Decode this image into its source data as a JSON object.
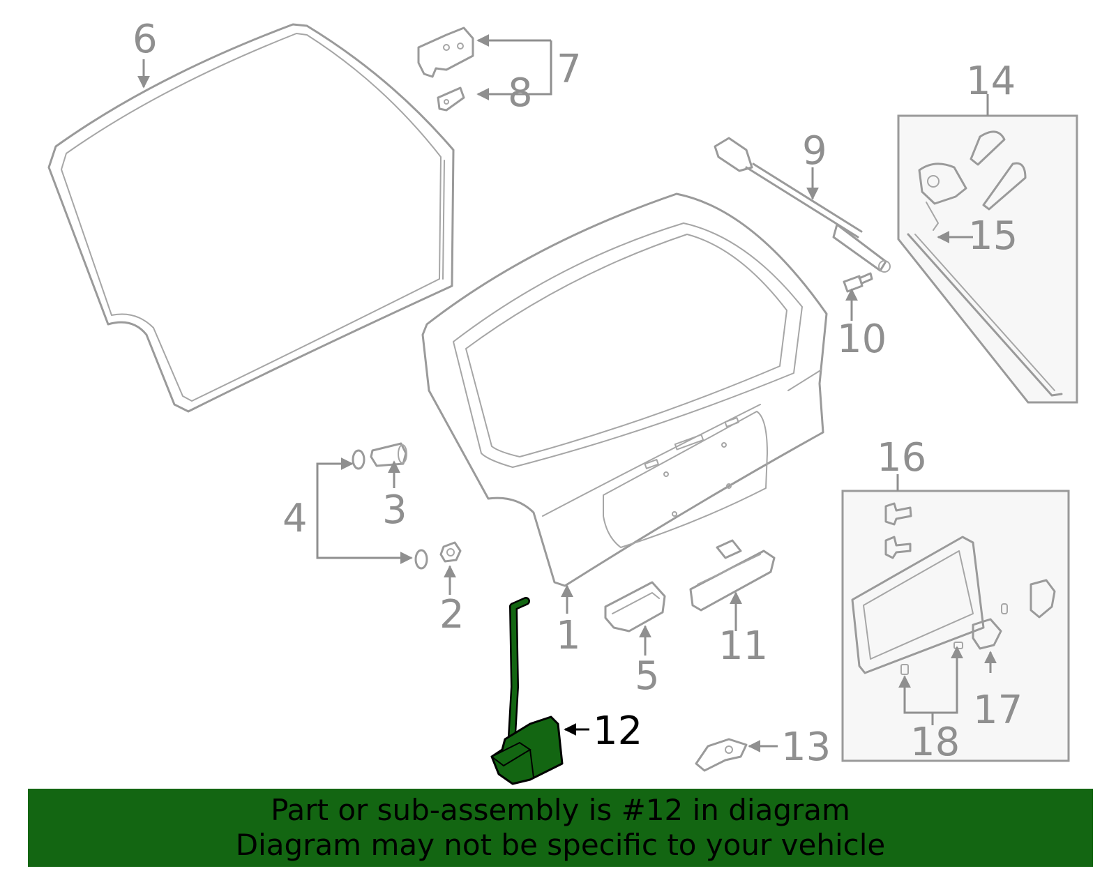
{
  "labels": {
    "p1": "1",
    "p2": "2",
    "p3": "3",
    "p4": "4",
    "p5": "5",
    "p6": "6",
    "p7": "7",
    "p8": "8",
    "p9": "9",
    "p10": "10",
    "p11": "11",
    "p12": "12",
    "p13": "13",
    "p14": "14",
    "p15": "15",
    "p16": "16",
    "p17": "17",
    "p18": "18"
  },
  "highlighted_part": "12",
  "highlight_color": "#136612",
  "line_color": "#9a9a9a",
  "banner": {
    "line1": "Part or sub-assembly is #12 in diagram",
    "line2": "Diagram may not be specific to your vehicle"
  }
}
